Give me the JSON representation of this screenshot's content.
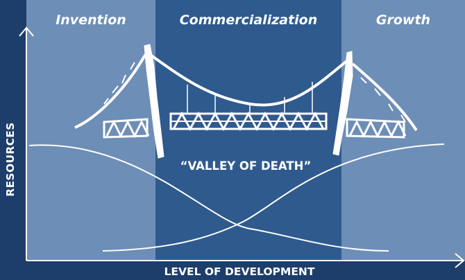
{
  "phases": [
    {
      "label": "Invention",
      "fill": "#6d8eb6"
    },
    {
      "label": "Commercialization",
      "fill": "#2f5a8e"
    },
    {
      "label": "Growth",
      "fill": "#6d8eb6"
    }
  ],
  "valley_label": "“VALLEY OF DEATH”",
  "axes": {
    "y_label": "RESOURCES",
    "x_label": "LEVEL OF DEVELOPMENT"
  },
  "curves": [
    {
      "trend": "decreasing"
    },
    {
      "trend": "increasing"
    }
  ],
  "illustration": "sketched suspension bridge",
  "colors": {
    "frame": "#1d3d6b",
    "line": "#ffffff"
  }
}
